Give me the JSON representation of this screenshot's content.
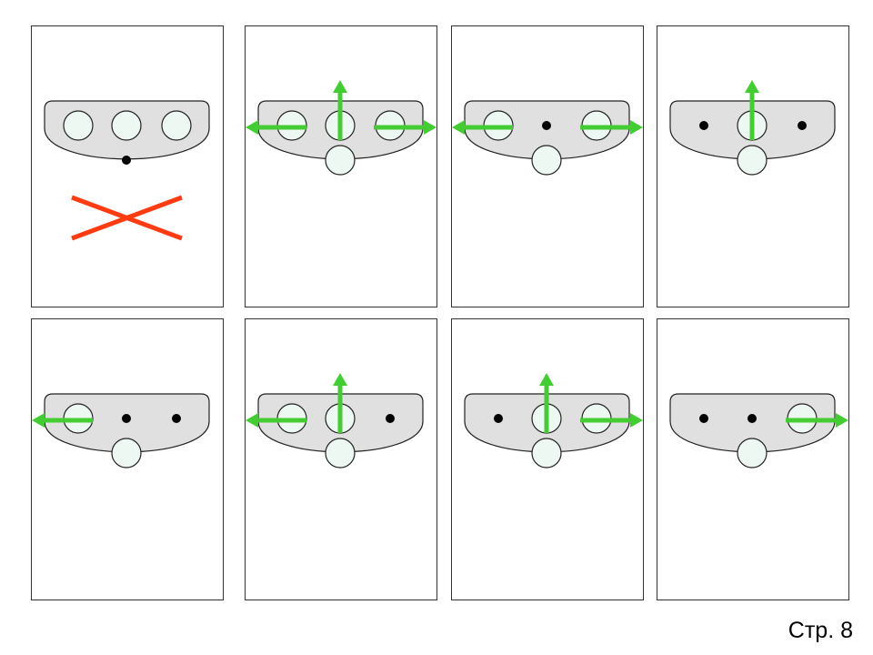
{
  "page_label": "Стр. 8",
  "colors": {
    "panel_border": "#333333",
    "panel_fill": "#ffffff",
    "plate_fill": "#e0e0e0",
    "plate_border": "#222222",
    "hole_fill": "#eef8f3",
    "hole_border": "#222222",
    "pin_fill": "#000000",
    "arrow": "#44cc33",
    "cross": "#ff3b12"
  },
  "icons": {
    "cross": "red-cross-icon",
    "arrow": "green-arrow-icon",
    "hole": "circle-icon",
    "pin": "dot-icon"
  },
  "panels": [
    {
      "left": "hole",
      "center": "hole",
      "right": "hole",
      "bottom": "pin",
      "arrows": [],
      "crossed": true
    },
    {
      "left": "hole",
      "center": "hole",
      "right": "hole",
      "bottom": "hole",
      "arrows": [
        "left",
        "up",
        "right"
      ],
      "crossed": false
    },
    {
      "left": "hole",
      "center": "pin",
      "right": "hole",
      "bottom": "hole",
      "arrows": [
        "left",
        "right"
      ],
      "crossed": false
    },
    {
      "left": "pin",
      "center": "hole",
      "right": "pin",
      "bottom": "hole",
      "arrows": [
        "up"
      ],
      "crossed": false
    },
    {
      "left": "hole",
      "center": "pin",
      "right": "pin",
      "bottom": "hole",
      "arrows": [
        "left"
      ],
      "crossed": false
    },
    {
      "left": "hole",
      "center": "hole",
      "right": "pin",
      "bottom": "hole",
      "arrows": [
        "left",
        "up"
      ],
      "crossed": false
    },
    {
      "left": "pin",
      "center": "hole",
      "right": "hole",
      "bottom": "hole",
      "arrows": [
        "up",
        "right"
      ],
      "crossed": false
    },
    {
      "left": "pin",
      "center": "pin",
      "right": "hole",
      "bottom": "hole",
      "arrows": [
        "right"
      ],
      "crossed": false
    }
  ]
}
